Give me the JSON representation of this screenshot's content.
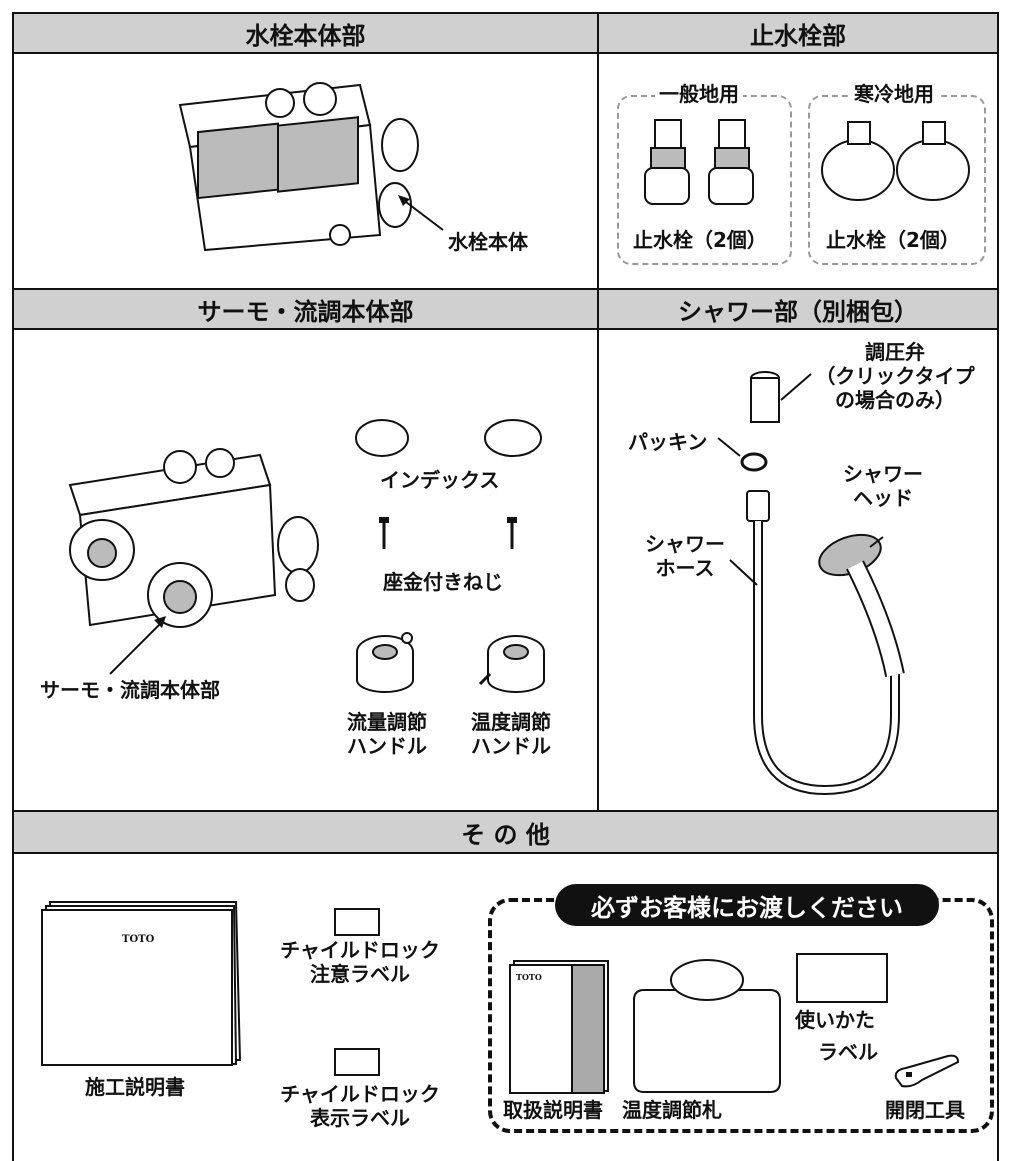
{
  "sections": {
    "faucet_body": {
      "title": "水栓本体部",
      "item_label": "水栓本体"
    },
    "stop_valve": {
      "title": "止水栓部",
      "general_group": "一般地用",
      "cold_group": "寒冷地用",
      "general_label": "止水栓（2個）",
      "cold_label": "止水栓（2個）"
    },
    "thermo": {
      "title": "サーモ・流調本体部",
      "main_label": "サーモ・流調本体部",
      "index_label": "インデックス",
      "screw_label": "座金付きねじ",
      "flow_handle_1": "流量調節",
      "flow_handle_2": "ハンドル",
      "temp_handle_1": "温度調節",
      "temp_handle_2": "ハンドル"
    },
    "shower": {
      "title": "シャワー部（別梱包）",
      "valve_1": "調圧弁",
      "valve_2": "（クリックタイプ",
      "valve_3": "の場合のみ）",
      "packing": "パッキン",
      "head_1": "シャワー",
      "head_2": "ヘッド",
      "hose_1": "シャワー",
      "hose_2": "ホース"
    },
    "other": {
      "title": "そ の 他",
      "manual_brand": "TOTO",
      "manual_label": "施工説明書",
      "caution_label_1": "チャイルドロック",
      "caution_label_2": "注意ラベル",
      "display_label_1": "チャイルドロック",
      "display_label_2": "表示ラベル",
      "notice": "必ずお客様にお渡しください",
      "user_manual_brand": "TOTO",
      "user_manual_label": "取扱説明書",
      "temp_tag_label": "温度調節札",
      "usage_label_1": "使いかた",
      "usage_label_2": "ラベル",
      "tool_label": "開閉工具"
    }
  }
}
